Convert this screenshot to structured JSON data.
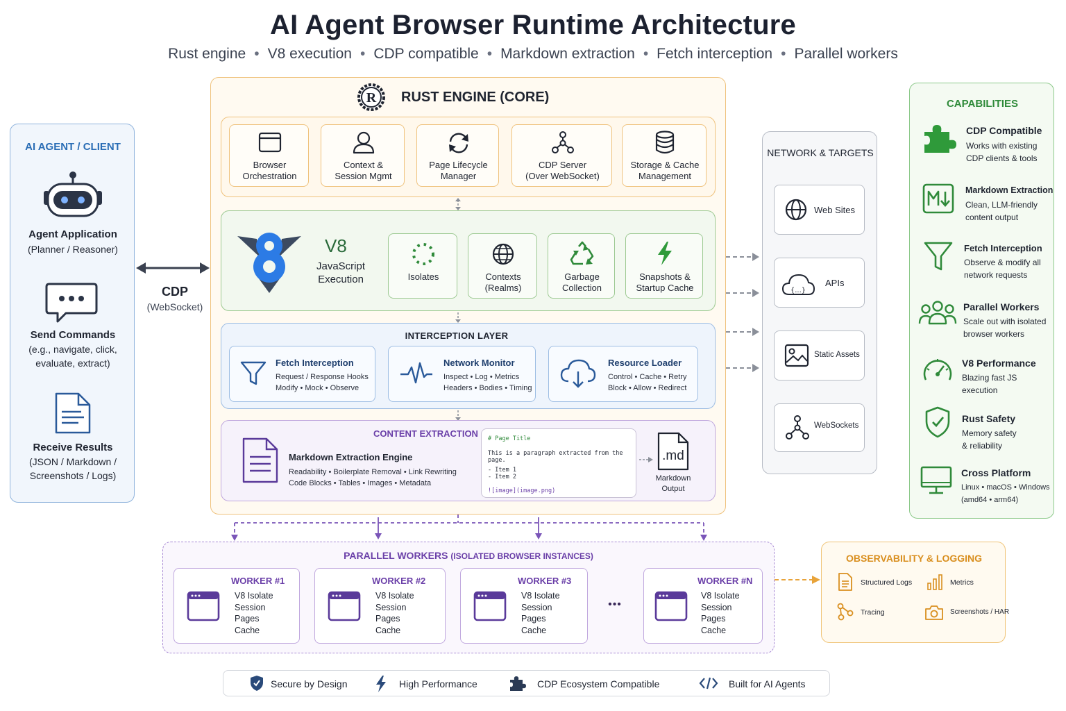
{
  "title": "AI Agent Browser Runtime Architecture",
  "subtitle": [
    "Rust engine",
    "V8 execution",
    "CDP compatible",
    "Markdown extraction",
    "Fetch interception",
    "Parallel workers"
  ],
  "client": {
    "header": "AI AGENT / CLIENT",
    "agent_title": "Agent Application",
    "agent_sub": "(Planner / Reasoner)",
    "send_title": "Send Commands",
    "send_sub": [
      "(e.g., navigate, click,",
      "evaluate, extract)"
    ],
    "receive_title": "Receive Results",
    "receive_sub": [
      "(JSON / Markdown /",
      "Screenshots / Logs)"
    ]
  },
  "cdp": {
    "label": "CDP",
    "sub": "(WebSocket)"
  },
  "engine": {
    "header": "RUST ENGINE (CORE)",
    "modules": [
      [
        "Browser",
        "Orchestration"
      ],
      [
        "Context &",
        "Session Mgmt"
      ],
      [
        "Page Lifecycle",
        "Manager"
      ],
      [
        "CDP Server",
        "(Over WebSocket)"
      ],
      [
        "Storage & Cache",
        "Management"
      ]
    ],
    "v8": {
      "title": "V8",
      "sub": [
        "JavaScript",
        "Execution"
      ],
      "items": [
        [
          "Isolates"
        ],
        [
          "Contexts",
          "(Realms)"
        ],
        [
          "Garbage",
          "Collection"
        ],
        [
          "Snapshots &",
          "Startup Cache"
        ]
      ]
    },
    "interception": {
      "header": "INTERCEPTION LAYER",
      "items": [
        {
          "title": "Fetch Interception",
          "l1": "Request / Response Hooks",
          "l2": "Modify • Mock • Observe"
        },
        {
          "title": "Network Monitor",
          "l1": "Inspect • Log • Metrics",
          "l2": "Headers • Bodies • Timing"
        },
        {
          "title": "Resource Loader",
          "l1": "Control • Cache • Retry",
          "l2": "Block • Allow • Redirect"
        }
      ]
    },
    "extraction": {
      "header": "CONTENT EXTRACTION",
      "title": "Markdown Extraction Engine",
      "l1": "Readability • Boilerplate Removal • Link Rewriting",
      "l2": "Code Blocks • Tables • Images • Metadata",
      "code": [
        "# Page Title",
        "This is a paragraph extracted from the page.",
        "- Item 1",
        "- Item 2",
        "![image](image.png)"
      ],
      "md_icon": ".md",
      "output": [
        "Markdown",
        "Output"
      ]
    }
  },
  "network": {
    "header": "NETWORK & TARGETS",
    "items": [
      "Web Sites",
      "APIs",
      "Static Assets",
      "WebSockets"
    ]
  },
  "capabilities": {
    "header": "CAPABILITIES",
    "items": [
      {
        "title": "CDP Compatible",
        "l1": "Works with existing",
        "l2": "CDP clients & tools"
      },
      {
        "title": "Markdown Extraction",
        "l1": "Clean, LLM-friendly",
        "l2": "content output"
      },
      {
        "title": "Fetch Interception",
        "l1": "Observe & modify all",
        "l2": "network requests"
      },
      {
        "title": "Parallel Workers",
        "l1": "Scale out with isolated",
        "l2": "browser workers"
      },
      {
        "title": "V8 Performance",
        "l1": "Blazing fast JS",
        "l2": "execution"
      },
      {
        "title": "Rust Safety",
        "l1": "Memory safety",
        "l2": "& reliability"
      },
      {
        "title": "Cross Platform",
        "l1": "Linux • macOS • Windows",
        "l2": "(amd64 • arm64)"
      }
    ]
  },
  "workers": {
    "header": "PARALLEL WORKERS",
    "header_sub": "(ISOLATED BROWSER INSTANCES)",
    "items": [
      {
        "name": "WORKER #1",
        "lines": [
          "V8 Isolate",
          "Session",
          "Pages",
          "Cache"
        ]
      },
      {
        "name": "WORKER #2",
        "lines": [
          "V8 Isolate",
          "Session",
          "Pages",
          "Cache"
        ]
      },
      {
        "name": "WORKER #3",
        "lines": [
          "V8 Isolate",
          "Session",
          "Pages",
          "Cache"
        ]
      },
      {
        "name": "WORKER #N",
        "lines": [
          "V8 Isolate",
          "Session",
          "Pages",
          "Cache"
        ]
      }
    ],
    "ellipsis": "•••"
  },
  "observability": {
    "header": "OBSERVABILITY & LOGGING",
    "items": [
      "Structured Logs",
      "Metrics",
      "Tracing",
      "Screenshots / HAR"
    ]
  },
  "footer": [
    "Secure by Design",
    "High Performance",
    "CDP Ecosystem Compatible",
    "Built for AI Agents"
  ],
  "colors": {
    "blue": "#2a6db5",
    "green": "#2f8a3a",
    "orange": "#e8a33a",
    "purple": "#6a3fa8",
    "client_bg": "#f1f6fc",
    "engine_bg": "#fffaf1",
    "v8_bg": "#f2f8ef",
    "inter_bg": "#eef4fc",
    "extract_bg": "#f6f2fb"
  }
}
